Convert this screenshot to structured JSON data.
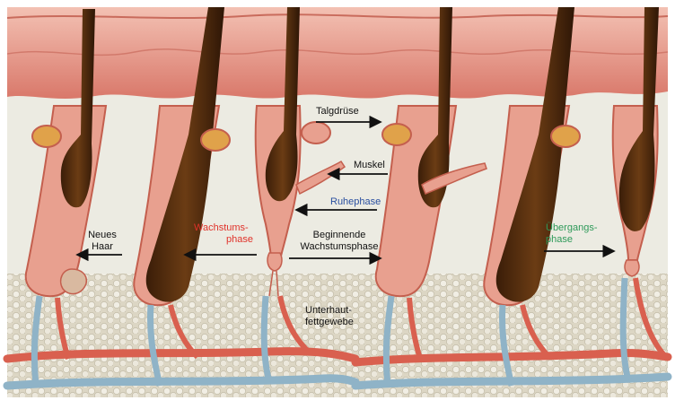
{
  "labels": {
    "talgdruese": "Talgdrüse",
    "muskel": "Muskel",
    "ruhephase": "Ruhephase",
    "neues_haar_1": "Neues",
    "neues_haar_2": "Haar",
    "wachstumsphase_1": "Wachstums-",
    "wachstumsphase_2": "phase",
    "beginnende_1": "Beginnende",
    "beginnende_2": "Wachstumsphase",
    "uebergang_1": "Übergangs-",
    "uebergang_2": "phase",
    "unterhaut_1": "Unterhaut-",
    "unterhaut_2": "fettgewebe"
  },
  "colors": {
    "skin": "#e89a86",
    "skin_dark": "#c45f4e",
    "dermis": "#ecebe2",
    "fat": "#d6d1c0",
    "hair": "#5a3210",
    "hair_dark": "#2e1606",
    "gland": "#e0a24a",
    "vessel_red": "#d9604f",
    "vessel_blue": "#8fb3c7",
    "label_red": "#e0322a",
    "label_blue": "#2a4fa0",
    "label_green": "#2f9a5a",
    "arrow": "#111111"
  }
}
